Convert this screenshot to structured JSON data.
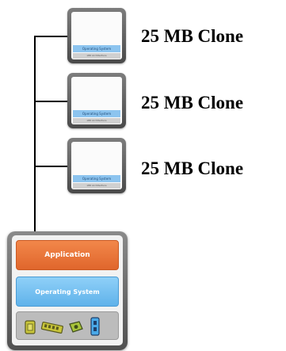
{
  "clones": [
    {
      "label": "25 MB Clone",
      "os_label": "Operating System",
      "hw_label": "x86 Architecture"
    },
    {
      "label": "25 MB Clone",
      "os_label": "Operating System",
      "hw_label": "x86 Architecture"
    },
    {
      "label": "25 MB Clone",
      "os_label": "Operating System",
      "hw_label": "x86 Architecture"
    }
  ],
  "host": {
    "application_label": "Application",
    "os_label": "Operating System"
  },
  "hardware_icons": [
    "cpu-icon",
    "memory-icon",
    "disk-icon",
    "network-card-icon"
  ],
  "colors": {
    "application": "#e8743b",
    "operating_system": "#6fbcf0",
    "hardware": "#bcbcbc",
    "frame": "#5c5c5c"
  }
}
